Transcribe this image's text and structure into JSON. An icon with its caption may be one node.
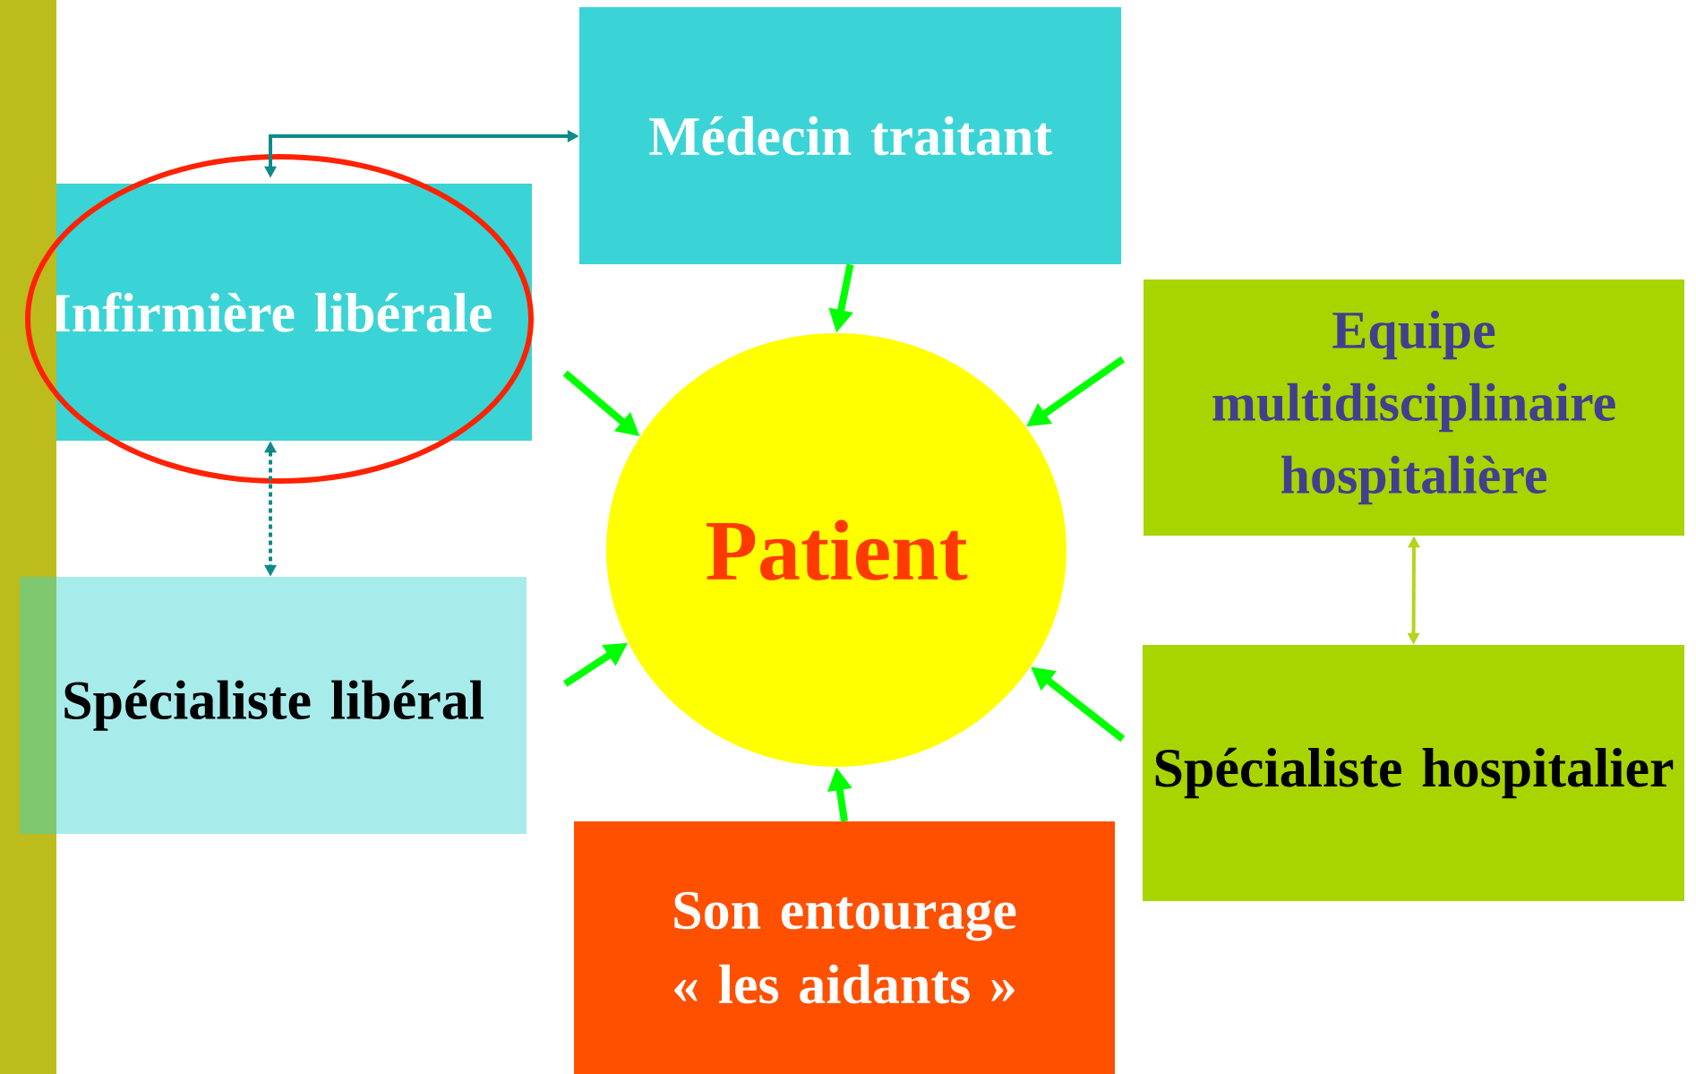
{
  "diagram": {
    "nodes": [
      {
        "text": [
          "Médecin traitant"
        ]
      },
      {
        "text": [
          "Infirmière libérale"
        ]
      },
      {
        "text": [
          "Patient"
        ]
      },
      {
        "text": [
          "Equipe multidisciplinaire hospitalière"
        ]
      },
      {
        "text": [
          "Spécialiste libéral"
        ]
      },
      {
        "text": [
          "Spécialiste hospitalier"
        ]
      },
      {
        "text": [
          "Son entourage « les aidants »"
        ]
      }
    ],
    "edges": [
      {
        "from": 1,
        "to": 0,
        "arrow": "both",
        "color": "#0e8a8a"
      },
      {
        "from": 1,
        "to": 4,
        "arrow": "both",
        "style": "dashed",
        "color": "#0e8a8a"
      },
      {
        "from": 0,
        "to": 2,
        "arrow": "to"
      },
      {
        "from": 1,
        "to": 2,
        "arrow": "to"
      },
      {
        "from": 4,
        "to": 2,
        "arrow": "to"
      },
      {
        "from": 3,
        "to": 2,
        "arrow": "to"
      },
      {
        "from": 5,
        "to": 2,
        "arrow": "to"
      },
      {
        "from": 6,
        "to": 2,
        "arrow": "to"
      },
      {
        "from": 3,
        "to": 5,
        "arrow": "both",
        "color": "#b5d41c"
      }
    ]
  }
}
